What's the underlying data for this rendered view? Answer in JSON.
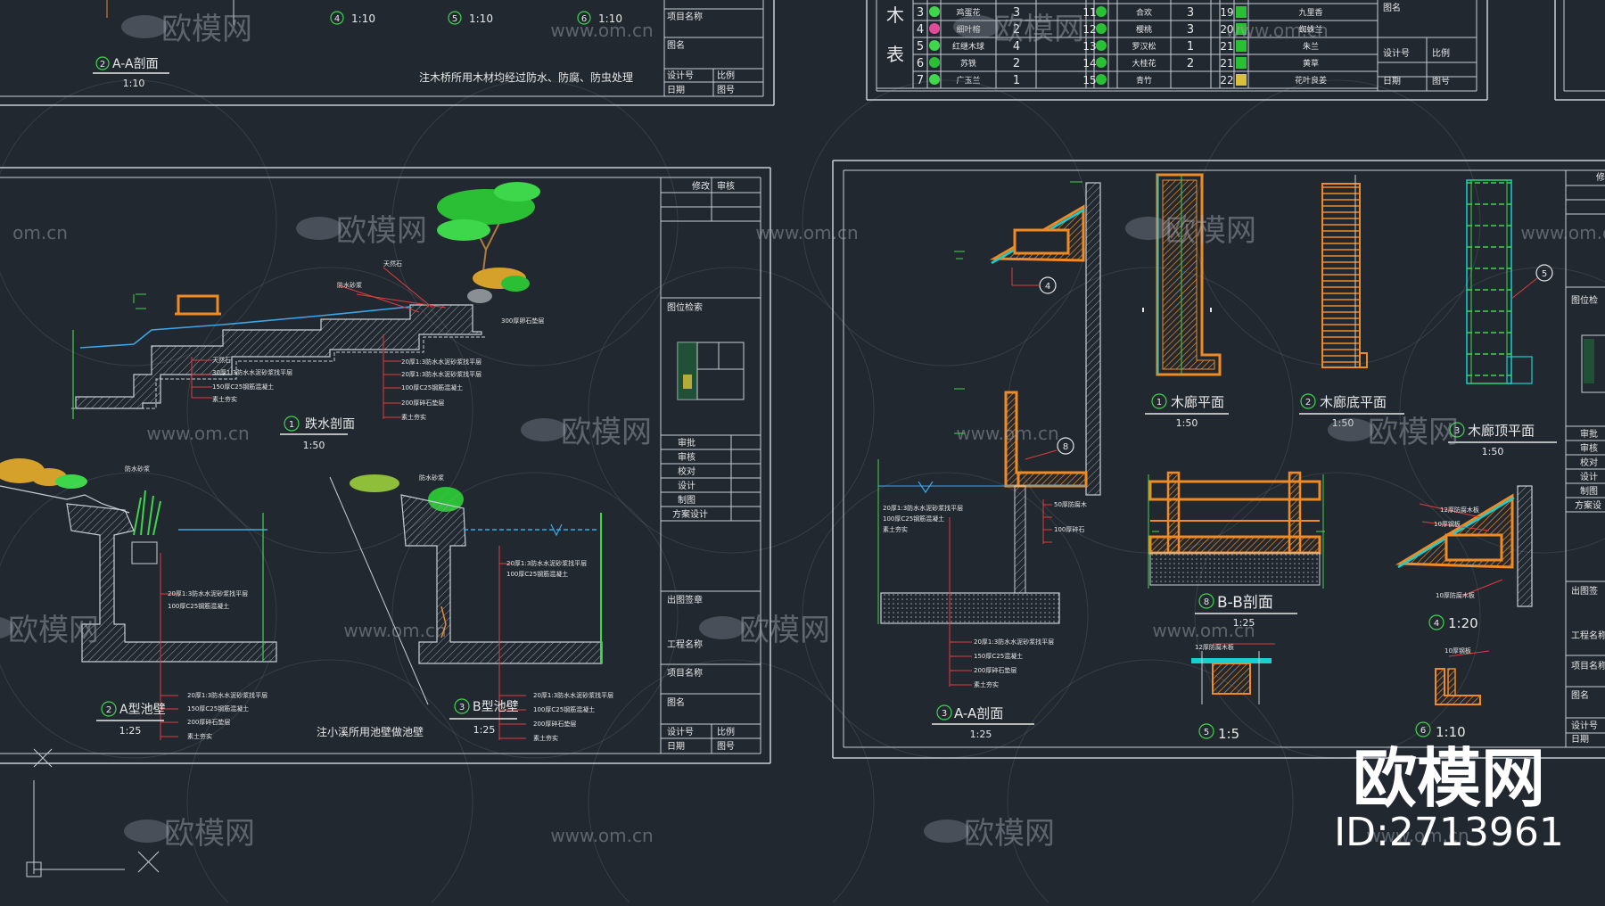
{
  "colors": {
    "background": "#212830",
    "frame": "#c9ced6",
    "wood": "#f08a24",
    "water": "#3aa8e8",
    "plant": "#3ed64a",
    "leader": "#e23c3c",
    "cyan": "#19d0d0",
    "text": "#e8e8e8"
  },
  "watermark": {
    "brand": "欧模网",
    "url": "www.om.cn",
    "url_fragment": "om.cn",
    "corner_brand": "欧模网",
    "corner_id": "ID:2713961"
  },
  "sheet_top_left": {
    "scales": [
      "1:10",
      "1:10",
      "1:10"
    ],
    "scale_nums": [
      "4",
      "5",
      "6"
    ],
    "section_title": "A-A剖面",
    "section_num": "2",
    "section_scale": "1:10",
    "note": "注木桥所用木材均经过防水、防腐、防虫处理",
    "title_rows": [
      "项目名称",
      "图名",
      "设计号",
      "比例",
      "日期",
      "图号"
    ]
  },
  "plant_table": {
    "side_chars": [
      "木",
      "表"
    ],
    "rows": [
      {
        "n1": "3",
        "name1": "鸡蛋花",
        "q1": "3",
        "n2": "11",
        "name2": "合欢",
        "q2": "3",
        "n3": "19",
        "name3": "九里香"
      },
      {
        "n1": "4",
        "name1": "细叶榕",
        "q1": "2",
        "n2": "12",
        "name2": "樱桃",
        "q2": "3",
        "n3": "20",
        "name3": "蜘蛛兰"
      },
      {
        "n1": "5",
        "name1": "红继木球",
        "q1": "4",
        "n2": "13",
        "name2": "罗汉松",
        "q2": "1",
        "n3": "21",
        "name3": "朱兰"
      },
      {
        "n1": "6",
        "name1": "苏铁",
        "q1": "2",
        "n2": "14",
        "name2": "大桂花",
        "q2": "2",
        "n3": "21",
        "name3": "黄草"
      },
      {
        "n1": "7",
        "name1": "广玉兰",
        "q1": "1",
        "n2": "15",
        "name2": "青竹",
        "q2": "",
        "n3": "22",
        "name3": "花叶良姜"
      }
    ],
    "title_rows": [
      "图名",
      "设计号",
      "比例",
      "日期",
      "图号"
    ]
  },
  "sheet_mid_left": {
    "rev": [
      "修改",
      "审核"
    ],
    "position_label": "图位检索",
    "approvals": [
      "审批",
      "审核",
      "校对",
      "设计",
      "制图",
      "方案设计"
    ],
    "stamp_label": "出图签章",
    "title_rows": [
      "工程名称",
      "项目名称",
      "图名",
      "设计号",
      "比例",
      "日期",
      "图号"
    ],
    "views": [
      {
        "num": "1",
        "title": "跌水剖面",
        "scale": "1:50"
      },
      {
        "num": "2",
        "title": "A型池壁",
        "scale": "1:25"
      },
      {
        "num": "3",
        "title": "B型池壁",
        "scale": "1:25"
      }
    ],
    "note": "注小溪所用池壁做池壁",
    "callouts": [
      "防水砂浆",
      "天然石",
      "20厚1:3防水水泥砂浆找平层",
      "30厚1:3防水水泥砂浆找平层",
      "150厚C25钢筋混凝土",
      "200厚碎石垫层",
      "素土夯实",
      "300厚卵石垫层",
      "20厚1:3防水水泥砂浆找平层",
      "100厚C25钢筋混凝土",
      "200厚碎石垫层",
      "素土夯实"
    ]
  },
  "sheet_mid_right": {
    "rev": [
      "修"
    ],
    "position_label": "图位检",
    "approvals": [
      "审批",
      "审核",
      "校对",
      "设计",
      "制图",
      "方案设"
    ],
    "stamp_label": "出图签",
    "title_rows": [
      "工程名称",
      "项目名称",
      "图名",
      "设计号",
      "日期"
    ],
    "views": [
      {
        "num": "1",
        "title": "木廊平面",
        "scale": "1:50"
      },
      {
        "num": "2",
        "title": "木廊底平面",
        "scale": "1:50"
      },
      {
        "num": "3",
        "title": "木廊顶平面",
        "scale": "1:50"
      },
      {
        "num": "3",
        "title": "A-A剖面",
        "scale": "1:25"
      },
      {
        "num": "8",
        "title": "B-B剖面",
        "scale": "1:25"
      }
    ],
    "details": [
      {
        "num": "4",
        "scale": "1:20"
      },
      {
        "num": "5",
        "scale": "1:5"
      },
      {
        "num": "6",
        "scale": "1:10"
      }
    ],
    "markers": [
      "4",
      "8",
      "5"
    ],
    "callouts": [
      "20厚1:3防水水泥砂浆找平层",
      "100厚C25钢筋混凝土",
      "素土夯实",
      "50厚防腐木",
      "100厚碎石",
      "150厚C25混凝土",
      "200厚碎石垫层",
      "素土夯实",
      "12厚防腐木板",
      "10厚钢板",
      "10厚防腐木板"
    ]
  }
}
